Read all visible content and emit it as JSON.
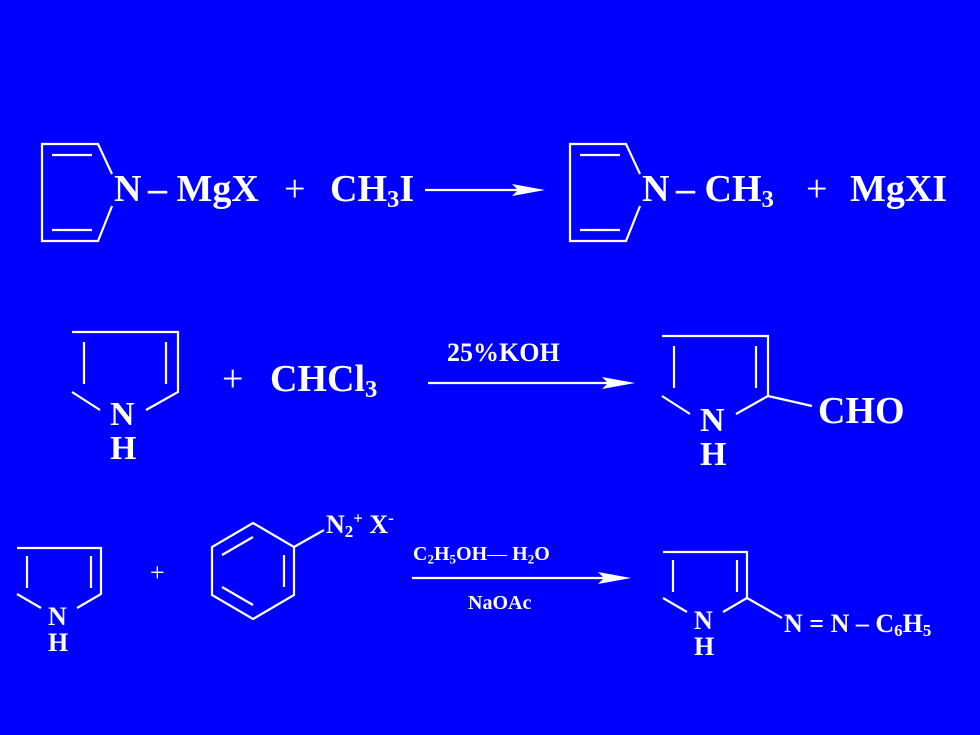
{
  "reaction1": {
    "n_label": "N",
    "mgx": "– MgX",
    "plus1": "+",
    "ch": "CH",
    "three": "3",
    "i": "I",
    "n2_label": "N",
    "dash_ch": "– CH",
    "three_b": "3",
    "plus2": "+",
    "mgxi": "MgXI"
  },
  "reaction2": {
    "n_label": "N",
    "h_label": "H",
    "plus": "+",
    "chcl": "CHCl",
    "three": "3",
    "reagent": "25%KOH",
    "n2_label": "N",
    "h2_label": "H",
    "cho": "CHO"
  },
  "reaction3": {
    "n_label": "N",
    "h_label": "H",
    "plus": "+",
    "diazo_n": "N",
    "diazo_sub": "2",
    "diazo_charge": "+",
    "diazo_x": "X",
    "diazo_x_charge": "-",
    "reagent_top": {
      "c": "C",
      "c2": "2",
      "h": "H",
      "h5": "5",
      "oh": "OH",
      "dash": "—",
      "h_b": "H",
      "h2": "2",
      "o": "O"
    },
    "reagent_bottom": "NaOAc",
    "n2_label": "N",
    "h2_label": "H",
    "azo": "N = N – C",
    "azo_sub6": "6",
    "azo_h": "H",
    "azo_sub5": "5"
  }
}
